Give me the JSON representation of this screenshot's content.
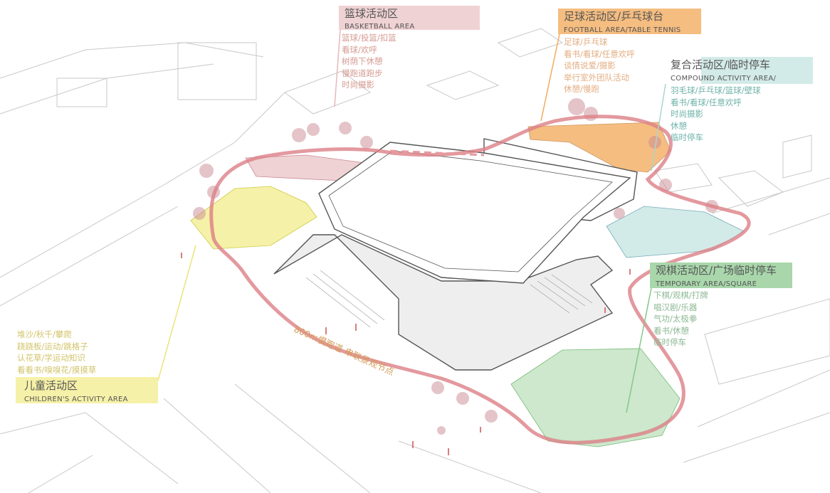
{
  "colors": {
    "basketball": "#efd2d3",
    "football": "#f5bd80",
    "compound": "#d3ebe8",
    "temporary": "#a9d7ab",
    "children": "#f6f1a8",
    "track": "#dc7f86"
  },
  "zones": [
    {
      "id": "basketball",
      "title": "篮球活动区",
      "subtitle": "BASKETBALL AREA",
      "items": [
        "篮球/投篮/扣篮",
        "看球/欢呼",
        "树荫下休憩",
        "慢跑道跑步",
        "时尚摄影"
      ]
    },
    {
      "id": "football",
      "title": "足球活动区/乒乓球台",
      "subtitle": "FOOTBALL AREA/TABLE TENNIS",
      "items": [
        "足球/乒乓球",
        "看书/看球/任意欢呼",
        "谈情说爱/摄影",
        "举行室外团队活动",
        "休憩/慢跑"
      ]
    },
    {
      "id": "compound",
      "title": "复合活动区/临时停车",
      "subtitle": "COMPOUND ACTIVITY AREA/",
      "items": [
        "羽毛球/乒乓球/篮球/壁球",
        "看书/看球/任意欢呼",
        "时尚摄影",
        "休憩",
        "临时停车"
      ]
    },
    {
      "id": "temporary",
      "title": "观棋活动区/广场临时停车",
      "subtitle": "TEMPORARY AREA/SQUARE",
      "items": [
        "下棋/观棋/打牌",
        "唱汉剧/乐器",
        "气功/太极拳",
        "看书/休憩",
        "临时停车"
      ]
    },
    {
      "id": "children",
      "title": "儿童活动区",
      "subtitle": "CHILDREN'S ACTIVITY AREA",
      "items": [
        "堆沙/秋千/攀爬",
        "跷跷板/运动/跳格子",
        "认花草/学运动知识",
        "看看书/嗅嗅花/摸摸草"
      ]
    }
  ],
  "track_label": "800m慢跑道  串联景观节点"
}
